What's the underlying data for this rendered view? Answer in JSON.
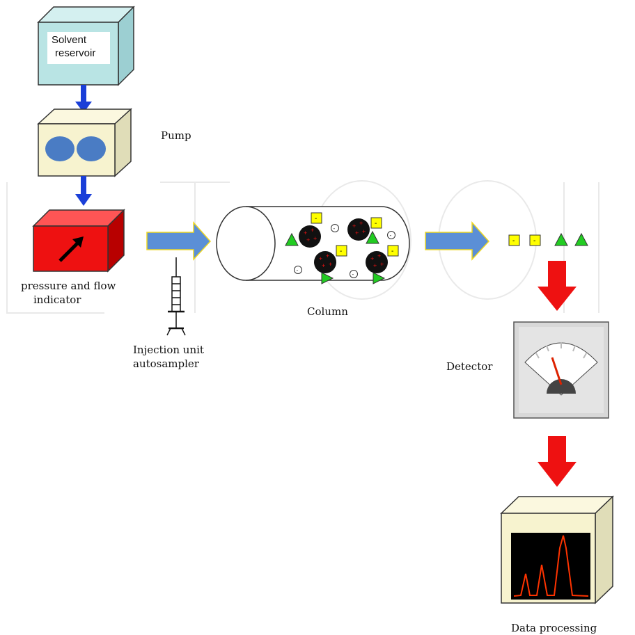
{
  "labels": {
    "solvent_line1": "Solvent",
    "solvent_line2": "reservoir",
    "pump": "Pump",
    "pressure_line1": "pressure and flow",
    "pressure_line2": "indicator",
    "injection_line1": "Injection unit",
    "injection_line2": "autosampler",
    "column": "Column",
    "detector": "Detector",
    "data_processing": "Data processing"
  },
  "particle_signs": {
    "anion_minus": "-",
    "cation_plus": "+",
    "neutral_minus": "-"
  },
  "colors": {
    "reservoir": "#b9e4e4",
    "pump_box": "#f7f3cf",
    "pump_circles": "#4a7cc4",
    "pressure_box": "#ee1111",
    "flow_arrow_blue": "#5b8fd6",
    "down_arrow_blue": "#1a3fd8",
    "red_arrow": "#ee1111",
    "anion_square": "#ffff00",
    "neutral_triangle": "#22cc22",
    "resin_bead": "#000000",
    "chromatogram_peak": "#ff3300"
  }
}
